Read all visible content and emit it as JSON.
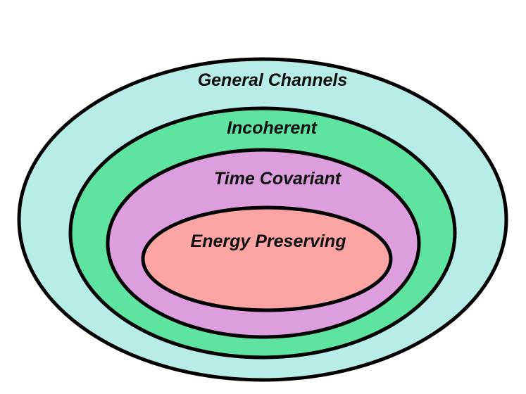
{
  "diagram": {
    "sets": [
      {
        "label": "General Channels",
        "color": "#b8ece7"
      },
      {
        "label": "Incoherent",
        "color": "#5ee3a0"
      },
      {
        "label": "Time Covariant",
        "color": "#dd9ede"
      },
      {
        "label": "Energy Preserving",
        "color": "#fba4a4"
      }
    ]
  }
}
